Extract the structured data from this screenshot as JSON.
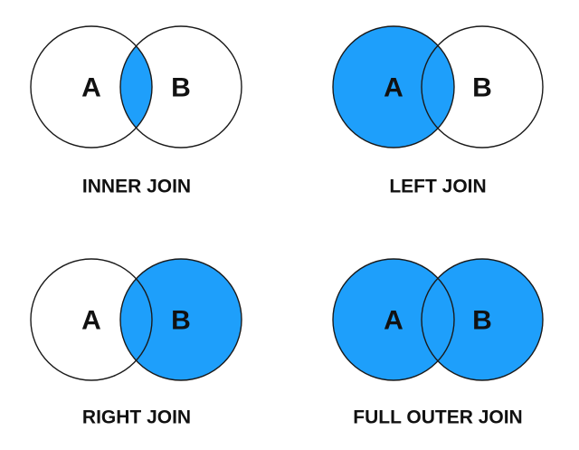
{
  "colors": {
    "fill": "#1E9FFB",
    "outline": "#1a1a1a",
    "text": "#111111",
    "background": "#ffffff"
  },
  "panels": [
    {
      "id": "inner",
      "label": "INNER JOIN",
      "left_set": "A",
      "right_set": "B",
      "highlight": "intersection"
    },
    {
      "id": "left",
      "label": "LEFT JOIN",
      "left_set": "A",
      "right_set": "B",
      "highlight": "left"
    },
    {
      "id": "right",
      "label": "RIGHT JOIN",
      "left_set": "A",
      "right_set": "B",
      "highlight": "right"
    },
    {
      "id": "full",
      "label": "FULL OUTER JOIN",
      "left_set": "A",
      "right_set": "B",
      "highlight": "both"
    }
  ]
}
